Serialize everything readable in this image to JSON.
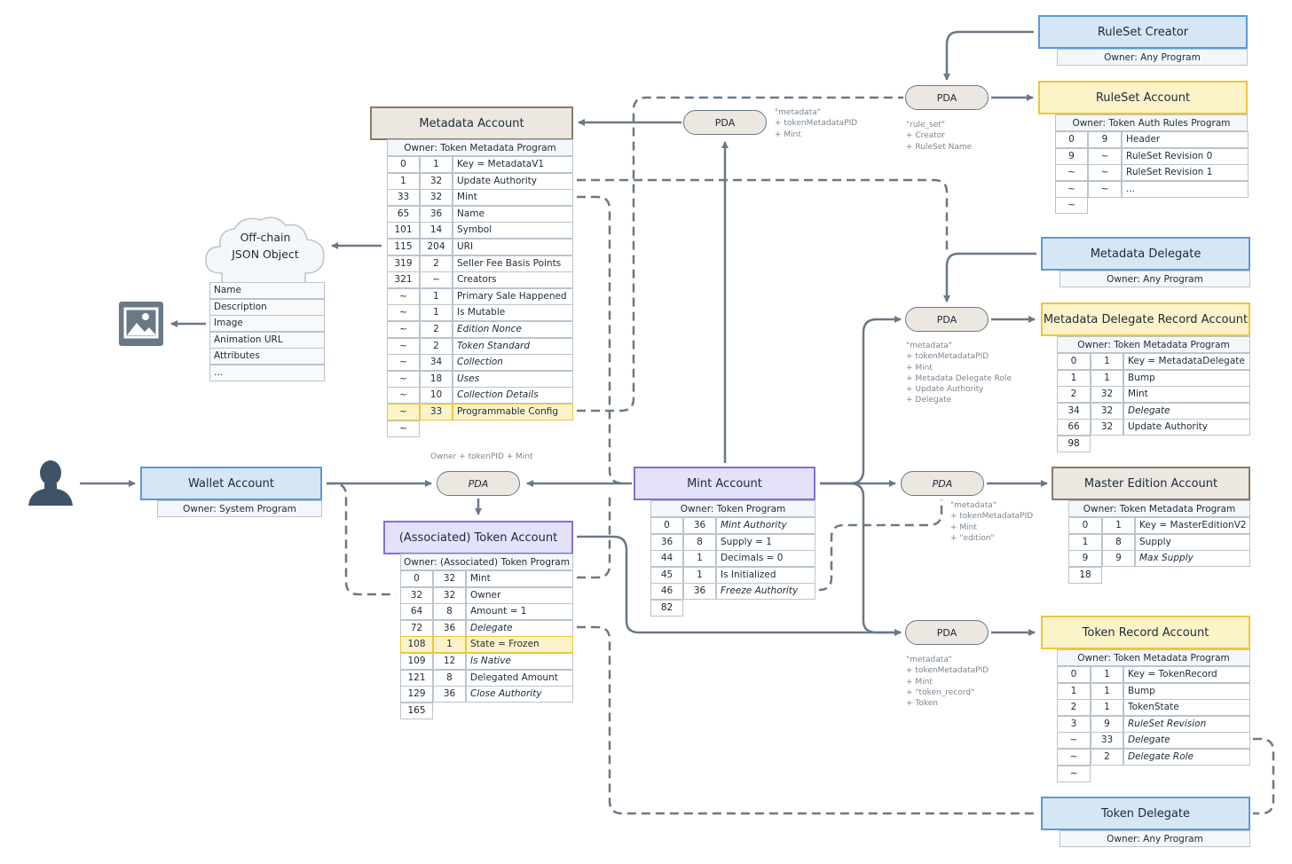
{
  "colors": {
    "line": "#6b7887",
    "blue_fill": "#d6e6f5",
    "blue_border": "#5a9bd5",
    "yellow_fill": "#fdf3c9",
    "yellow_border": "#f0c538",
    "purple_fill": "#e4e1fa",
    "purple_border": "#7d72d8",
    "grey_fill": "#ece7e1",
    "grey_border": "#8a7a6a",
    "icon": "#3d5468",
    "image_icon": "#6b7887"
  },
  "icons": {
    "user": "user-silhouette-icon",
    "image": "image-icon",
    "cloud": "cloud-icon"
  },
  "ruleset_creator": {
    "title": "RuleSet Creator",
    "owner": "Owner: Any Program"
  },
  "ruleset_account": {
    "title": "RuleSet Account",
    "owner": "Owner: Token Auth Rules Program",
    "rows": [
      [
        "0",
        "9",
        "Header"
      ],
      [
        "9",
        "~",
        "RuleSet Revision 0"
      ],
      [
        "~",
        "~",
        "RuleSet Revision 1"
      ],
      [
        "~",
        "~",
        "..."
      ]
    ],
    "end": "~"
  },
  "metadata_account": {
    "title": "Metadata Account",
    "owner": "Owner: Token Metadata Program",
    "rows": [
      [
        "0",
        "1",
        "Key = MetadataV1"
      ],
      [
        "1",
        "32",
        "Update Authority"
      ],
      [
        "33",
        "32",
        "Mint"
      ],
      [
        "65",
        "36",
        "Name"
      ],
      [
        "101",
        "14",
        "Symbol"
      ],
      [
        "115",
        "204",
        "URI"
      ],
      [
        "319",
        "2",
        "Seller Fee Basis Points"
      ],
      [
        "321",
        "~",
        "Creators"
      ],
      [
        "~",
        "1",
        "Primary Sale Happened"
      ],
      [
        "~",
        "1",
        "Is Mutable"
      ],
      [
        "~",
        "2",
        "Edition Nonce"
      ],
      [
        "~",
        "2",
        "Token Standard"
      ],
      [
        "~",
        "34",
        "Collection"
      ],
      [
        "~",
        "18",
        "Uses"
      ],
      [
        "~",
        "10",
        "Collection Details"
      ],
      [
        "~",
        "33",
        "Programmable Config"
      ]
    ],
    "end": "~"
  },
  "offchain": {
    "title_line1": "Off-chain",
    "title_line2": "JSON Object",
    "fields": [
      "Name",
      "Description",
      "Image",
      "Animation URL",
      "Attributes",
      "..."
    ]
  },
  "metadata_delegate": {
    "title": "Metadata Delegate",
    "owner": "Owner: Any Program"
  },
  "metadata_delegate_record": {
    "title": "Metadata Delegate Record Account",
    "owner": "Owner: Token Metadata Program",
    "rows": [
      [
        "0",
        "1",
        "Key = MetadataDelegate"
      ],
      [
        "1",
        "1",
        "Bump"
      ],
      [
        "2",
        "32",
        "Mint"
      ],
      [
        "34",
        "32",
        "Delegate"
      ],
      [
        "66",
        "32",
        "Update Authority"
      ]
    ],
    "end": "98"
  },
  "wallet": {
    "title": "Wallet Account",
    "owner": "Owner: System Program"
  },
  "mint": {
    "title": "Mint Account",
    "owner": "Owner: Token Program",
    "rows": [
      [
        "0",
        "36",
        "Mint Authority"
      ],
      [
        "36",
        "8",
        "Supply = 1"
      ],
      [
        "44",
        "1",
        "Decimals = 0"
      ],
      [
        "45",
        "1",
        "Is Initialized"
      ],
      [
        "46",
        "36",
        "Freeze Authority"
      ]
    ],
    "end": "82"
  },
  "master_edition": {
    "title": "Master Edition Account",
    "owner": "Owner: Token Metadata Program",
    "rows": [
      [
        "0",
        "1",
        "Key = MasterEditionV2"
      ],
      [
        "1",
        "8",
        "Supply"
      ],
      [
        "9",
        "9",
        "Max Supply"
      ]
    ],
    "end": "18"
  },
  "token_account": {
    "title": "(Associated) Token Account",
    "owner": "Owner: (Associated) Token Program",
    "rows": [
      [
        "0",
        "32",
        "Mint"
      ],
      [
        "32",
        "32",
        "Owner"
      ],
      [
        "64",
        "8",
        "Amount = 1"
      ],
      [
        "72",
        "36",
        "Delegate"
      ],
      [
        "108",
        "1",
        "State = Frozen"
      ],
      [
        "109",
        "12",
        "Is Native"
      ],
      [
        "121",
        "8",
        "Delegated Amount"
      ],
      [
        "129",
        "36",
        "Close Authority"
      ]
    ],
    "end": "165"
  },
  "token_record": {
    "title": "Token Record Account",
    "owner": "Owner: Token Metadata Program",
    "rows": [
      [
        "0",
        "1",
        "Key = TokenRecord"
      ],
      [
        "1",
        "1",
        "Bump"
      ],
      [
        "2",
        "1",
        "TokenState"
      ],
      [
        "3",
        "9",
        "RuleSet Revision"
      ],
      [
        "~",
        "33",
        "Delegate"
      ],
      [
        "~",
        "2",
        "Delegate Role"
      ]
    ],
    "end": "~"
  },
  "token_delegate": {
    "title": "Token Delegate",
    "owner": "Owner: Any Program"
  },
  "pda": {
    "label": "PDA"
  },
  "notes": {
    "ruleset_seeds": [
      "\"rule_set\"",
      "+ Creator",
      "+ RuleSet Name"
    ],
    "metadata_seeds": [
      "\"metadata\"",
      "+ tokenMetadataPID",
      "+ Mint"
    ],
    "delegate_seeds": [
      "\"metadata\"",
      "+ tokenMetadataPID",
      "+ Mint",
      "+ Metadata Delegate Role",
      "+ Update Authority",
      "+ Delegate"
    ],
    "edition_seeds": [
      "\"metadata\"",
      "+ tokenMetadataPID",
      "+ Mint",
      "+ \"edition\""
    ],
    "record_seeds": [
      "\"metadata\"",
      "+ tokenMetadataPID",
      "+ Mint",
      "+ \"token_record\"",
      "+ Token"
    ],
    "ata_seeds": "Owner + tokenPID + Mint"
  }
}
